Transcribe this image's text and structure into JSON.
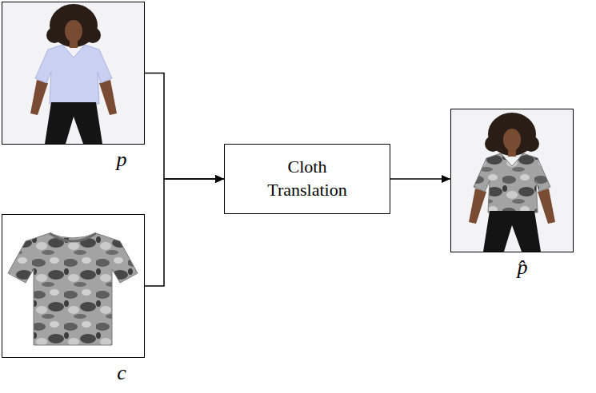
{
  "diagram": {
    "nodes": [
      {
        "text": [
          "p"
        ]
      },
      {
        "text": [
          "c"
        ]
      },
      {
        "text": [
          "Cloth Translation"
        ]
      },
      {
        "text": [
          "p̂"
        ]
      }
    ],
    "edges": [
      {
        "from": 0,
        "to": 2,
        "arrow": "to"
      },
      {
        "from": 1,
        "to": 2,
        "arrow": "to"
      },
      {
        "from": 2,
        "to": 3,
        "arrow": "to"
      }
    ]
  }
}
